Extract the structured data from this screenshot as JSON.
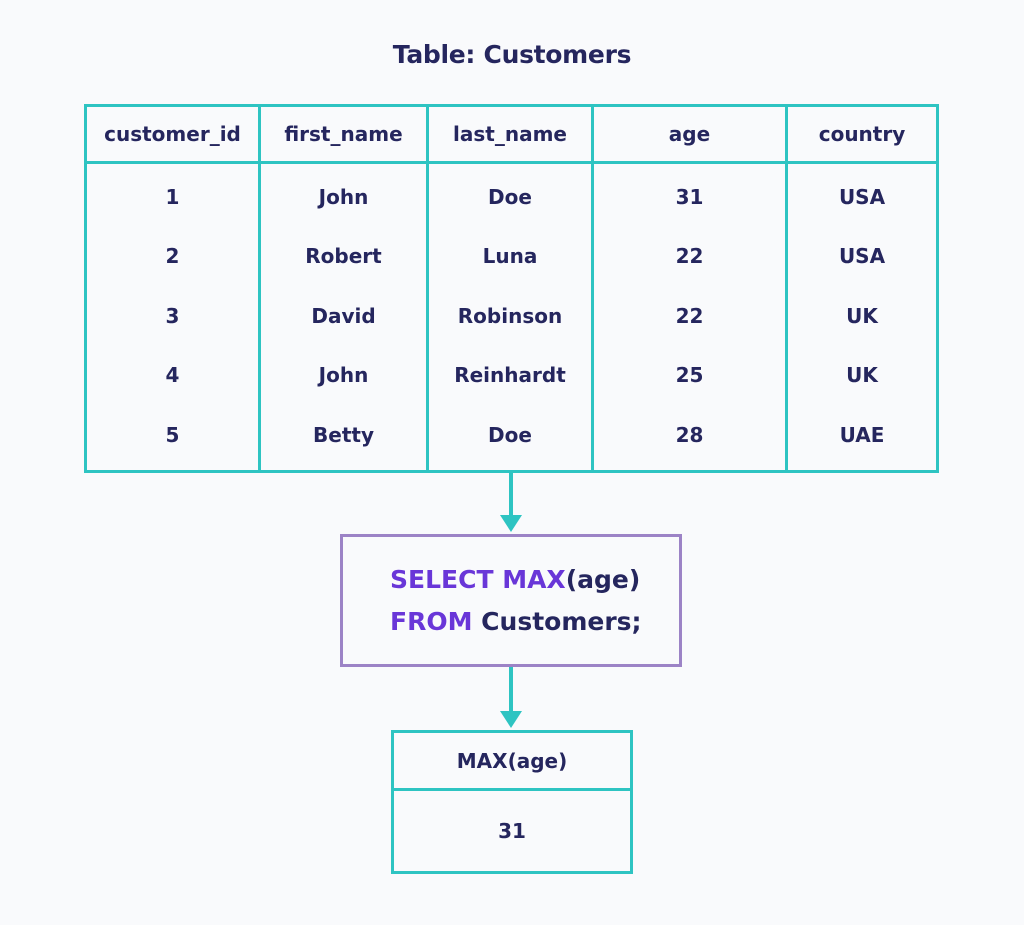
{
  "title": "Table: Customers",
  "table": {
    "columns": [
      "customer_id",
      "first_name",
      "last_name",
      "age",
      "country"
    ],
    "rows": [
      [
        "1",
        "John",
        "Doe",
        "31",
        "USA"
      ],
      [
        "2",
        "Robert",
        "Luna",
        "22",
        "USA"
      ],
      [
        "3",
        "David",
        "Robinson",
        "22",
        "UK"
      ],
      [
        "4",
        "John",
        "Reinhardt",
        "25",
        "UK"
      ],
      [
        "5",
        "Betty",
        "Doe",
        "28",
        "UAE"
      ]
    ]
  },
  "query": {
    "line1_keyword": "SELECT MAX",
    "line1_rest": "(age)",
    "line2_keyword": "FROM",
    "line2_rest": " Customers;"
  },
  "result": {
    "header": "MAX(age)",
    "value": "31"
  },
  "colors": {
    "table_border": "#2ec4c2",
    "query_border": "#9c83c6",
    "keyword": "#6936d8",
    "text": "#25265e"
  }
}
